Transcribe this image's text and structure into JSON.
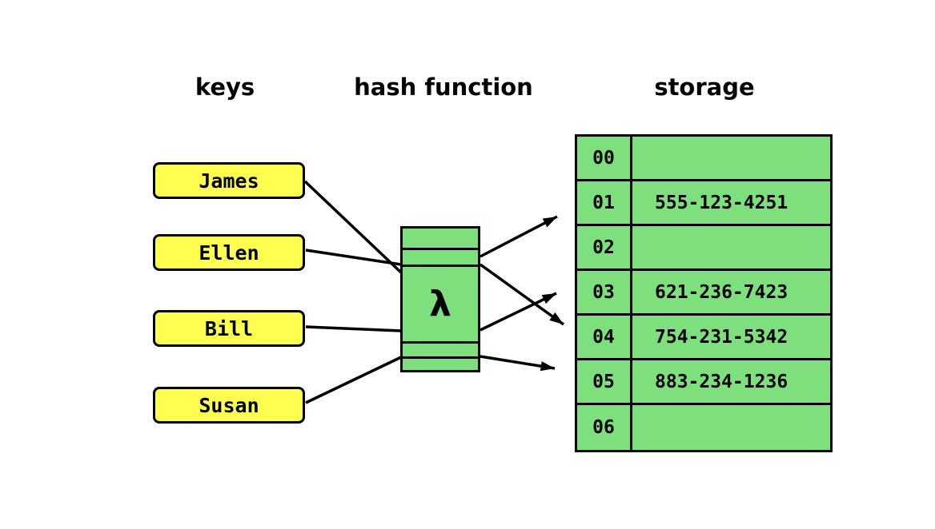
{
  "headings": {
    "keys": "keys",
    "hash_function": "hash function",
    "storage": "storage"
  },
  "keys": [
    {
      "label": "James"
    },
    {
      "label": "Ellen"
    },
    {
      "label": "Bill"
    },
    {
      "label": "Susan"
    }
  ],
  "hash": {
    "symbol": "λ"
  },
  "storage_rows": [
    {
      "index": "00",
      "value": ""
    },
    {
      "index": "01",
      "value": "555-123-4251"
    },
    {
      "index": "02",
      "value": ""
    },
    {
      "index": "03",
      "value": "621-236-7423"
    },
    {
      "index": "04",
      "value": "754-231-5342"
    },
    {
      "index": "05",
      "value": "883-234-1236"
    },
    {
      "index": "06",
      "value": ""
    }
  ],
  "colors": {
    "key_fill": "#FFFF50",
    "green_fill": "#7DE07D",
    "line": "#000000",
    "background": "#FFFFFF"
  }
}
